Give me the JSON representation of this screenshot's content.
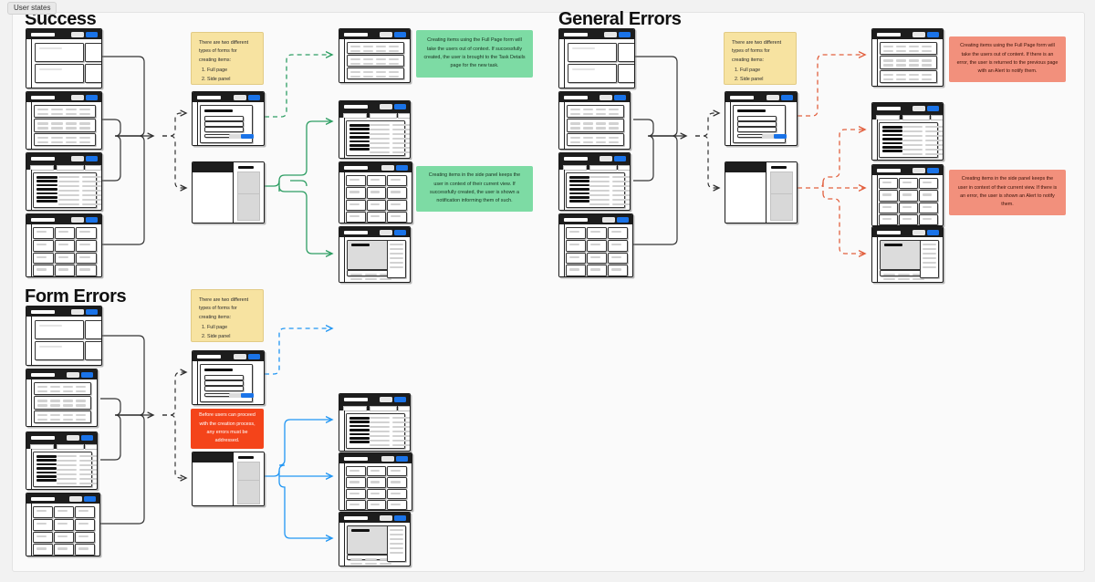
{
  "board": {
    "tag": "User states",
    "sections": [
      {
        "id": "success",
        "title": "Success"
      },
      {
        "id": "general",
        "title": "General Errors"
      },
      {
        "id": "formerr",
        "title": "Form Errors"
      }
    ]
  },
  "notes": {
    "forms_types": {
      "intro": "There are two different types of forms for creating items:",
      "items": [
        "Full page",
        "Side panel"
      ]
    },
    "success_fullpage": "Creating items using the Full Page form will take the users out of context. If successfully created, the user is brought to the Task Details page for the new task.",
    "success_sidepanel": "Creating items in the side panel keeps the user in context of their current view. If successfully created, the user is shown a notification informing them of such.",
    "general_fullpage": "Creating items using the Full Page form will take the users out of content. If there is an error, the user is returned to the previous page with an Alert to notify them.",
    "general_sidepanel": "Creating items in the side panel keeps the user in context of their current view. If there is an error, the user is shown an Alert to notify them.",
    "form_errors": "Before users can proceed with the creation process, any errors must be addressed."
  },
  "colors": {
    "accent_blue": "#1a73e8",
    "note_yellow": "#f7e3a1",
    "note_green": "#7ddba4",
    "note_salmon": "#f2907c",
    "note_red": "#f4441a",
    "flow_green": "#2e9e63",
    "flow_orange": "#e2603f",
    "flow_blue": "#2196f3",
    "flow_dark": "#333333",
    "frame_border": "#1a1a1a"
  },
  "screens": {
    "dashboard": "dashboard-screen",
    "list": "list-table-screen",
    "split_list": "split-list-screen",
    "card_grid": "card-grid-screen",
    "full_page_form": "full-page-form-screen",
    "side_panel_form": "side-panel-form-screen",
    "task_details": "task-details-screen"
  },
  "flows": {
    "success": {
      "entry_arrow": "entry-arrow",
      "branch": "form-type-branch"
    },
    "general": {
      "entry_arrow": "entry-arrow",
      "branch": "form-type-branch"
    },
    "formerr": {
      "entry_arrow": "entry-arrow",
      "branch": "form-type-branch"
    }
  }
}
